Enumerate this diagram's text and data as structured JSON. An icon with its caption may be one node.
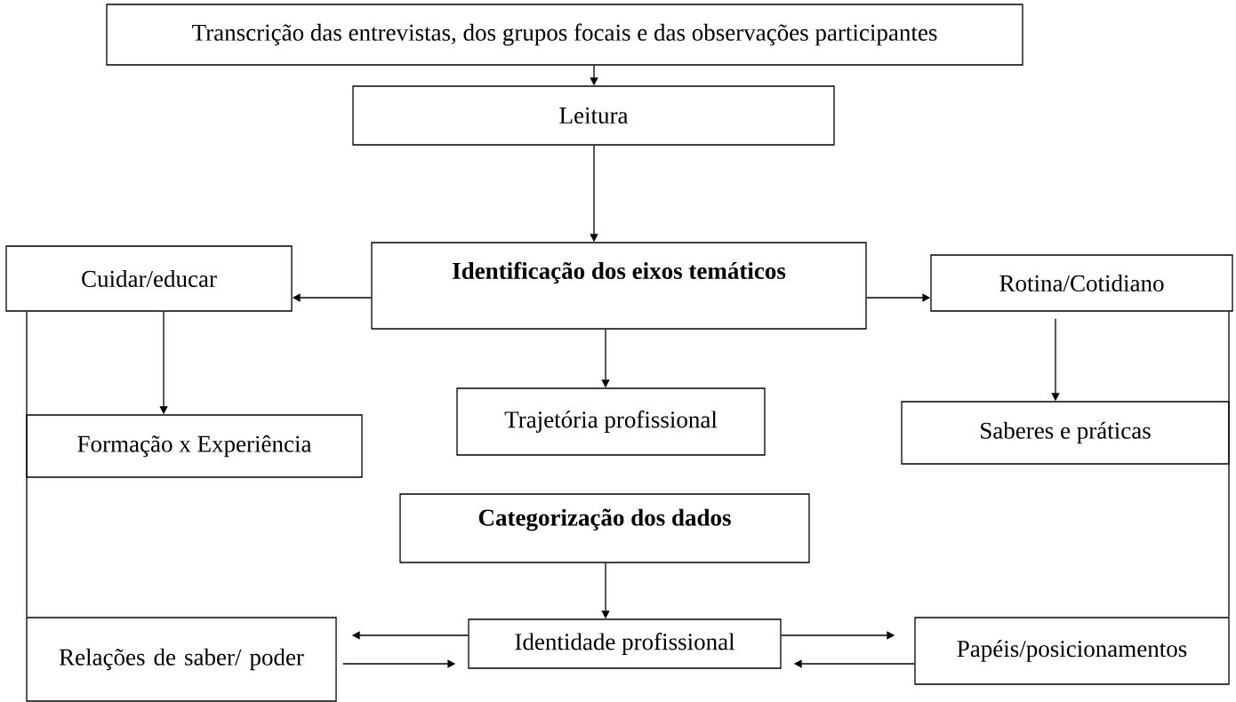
{
  "diagram": {
    "nodes": [
      {
        "text": [
          "Transcrição das entrevistas, dos grupos focais e das observações participantes"
        ]
      },
      {
        "text": [
          "Leitura"
        ]
      },
      {
        "text": [
          "Cuidar/educar"
        ]
      },
      {
        "text": [
          "Identificação dos eixos temáticos"
        ]
      },
      {
        "text": [
          "Rotina/Cotidiano"
        ]
      },
      {
        "text": [
          "Formação x Experiência"
        ]
      },
      {
        "text": [
          "Trajetória profissional"
        ]
      },
      {
        "text": [
          "Saberes e práticas"
        ]
      },
      {
        "text": [
          "Categorização dos dados"
        ]
      },
      {
        "text": [
          "Relações de saber/ poder"
        ]
      },
      {
        "text": [
          "Identidade profissional"
        ]
      },
      {
        "text": [
          "Papéis/posicionamentos"
        ]
      }
    ],
    "edges": [
      {
        "from": 0,
        "to": 1,
        "arrow": "to"
      },
      {
        "from": 1,
        "to": 3,
        "arrow": "to"
      },
      {
        "from": 3,
        "to": 2,
        "arrow": "to"
      },
      {
        "from": 3,
        "to": 4,
        "arrow": "to"
      },
      {
        "from": 3,
        "to": 6,
        "arrow": "to"
      },
      {
        "from": 2,
        "to": 5,
        "arrow": "to"
      },
      {
        "from": 4,
        "to": 7,
        "arrow": "to"
      },
      {
        "from": 8,
        "to": 10,
        "arrow": "to"
      },
      {
        "from": 10,
        "to": 9,
        "arrow": "to"
      },
      {
        "from": 9,
        "to": 10,
        "arrow": "to"
      },
      {
        "from": 10,
        "to": 11,
        "arrow": "to"
      },
      {
        "from": 11,
        "to": 10,
        "arrow": "to"
      },
      {
        "from": 2,
        "to": 9,
        "arrow": "none"
      },
      {
        "from": 4,
        "to": 11,
        "arrow": "none"
      }
    ]
  }
}
